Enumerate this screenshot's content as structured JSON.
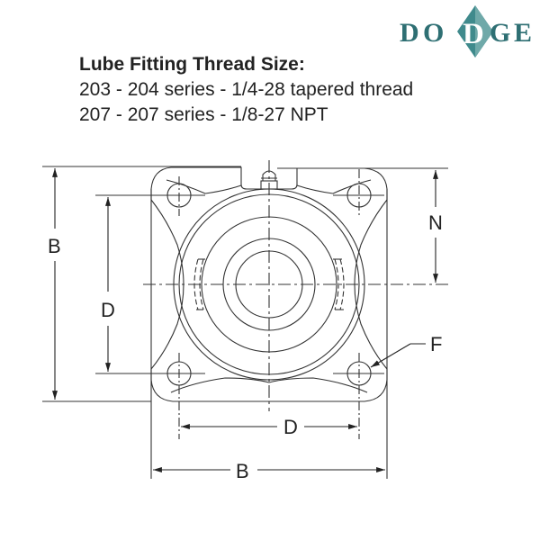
{
  "brand": {
    "name": "DODGE",
    "letters": [
      "D",
      "O",
      "D",
      "G",
      "E"
    ],
    "text_color": "#2e6f73",
    "diamond_color": "#3f8a8c",
    "diamond_light": "#6fa9a9"
  },
  "title": "Lube Fitting Thread Size:",
  "specs": [
    "203 - 204 series - 1/4-28 tapered thread",
    "207 - 207 series - 1/8-27 NPT"
  ],
  "drawing": {
    "description": "Four-bolt square flange bearing unit, front view",
    "labels": {
      "overall_height": "B",
      "overall_width": "B",
      "bolt_spacing_vertical": "D",
      "bolt_spacing_horizontal": "D",
      "center_height": "N",
      "bolt_hole": "F"
    },
    "line_color": "#333333"
  }
}
